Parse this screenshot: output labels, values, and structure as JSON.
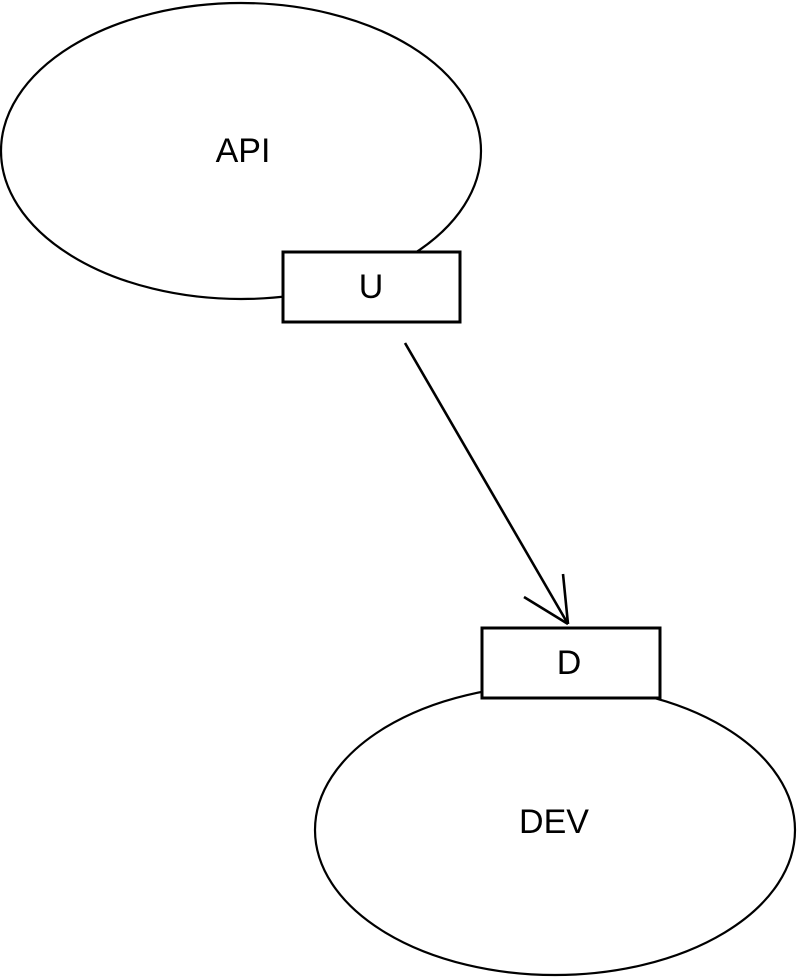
{
  "diagram": {
    "background_color": "#ffffff",
    "stroke_color": "#000000",
    "nodes": {
      "api": {
        "label": "API",
        "shape": "ellipse"
      },
      "u": {
        "label": "U",
        "shape": "rectangle"
      },
      "d": {
        "label": "D",
        "shape": "rectangle"
      },
      "dev": {
        "label": "DEV",
        "shape": "ellipse"
      }
    },
    "edges": [
      {
        "from": "U",
        "to": "D",
        "direction": "down",
        "arrowhead": "open"
      }
    ]
  }
}
